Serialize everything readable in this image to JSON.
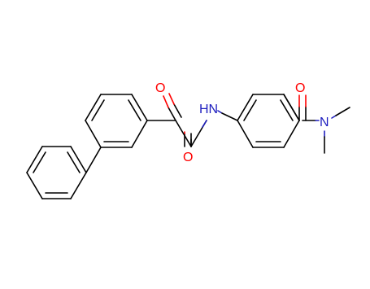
{
  "molecule": {
    "atom_labels": {
      "ketone_oxygen": "O",
      "amide_oxygen": "O",
      "amide_nh": "H​N",
      "carboxamide_oxygen": "O",
      "dimethyl_nitrogen": "N"
    },
    "colors": {
      "bond": "#000000",
      "oxygen": "#ff0000",
      "nitrogen": "#1f1fbf",
      "background": "#ffffff"
    }
  }
}
